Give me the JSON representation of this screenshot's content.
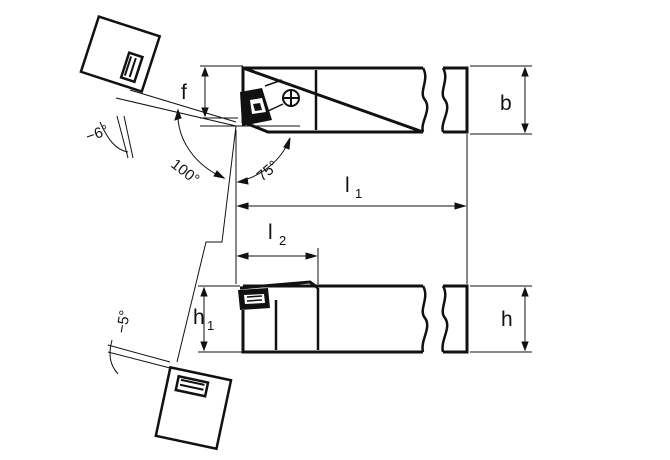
{
  "labels": {
    "f": "f",
    "b": "b",
    "h": "h",
    "h1_main": "h",
    "h1_sub": "1",
    "l1_main": "l",
    "l1_sub": "1",
    "l2_main": "l",
    "l2_sub": "2",
    "angle_6": "−6°",
    "angle_5": "−5°",
    "angle_100": "100°",
    "angle_75": "75°"
  },
  "colors": {
    "ink": "#111111",
    "background": "#ffffff"
  }
}
